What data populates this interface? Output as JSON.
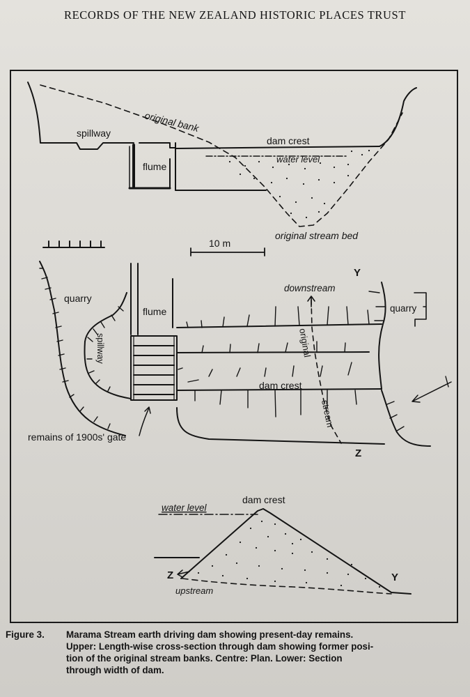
{
  "running_head": "RECORDS OF THE NEW ZEALAND HISTORIC PLACES TRUST",
  "figure": {
    "upper_section": {
      "original_bank": "original bank",
      "spillway": "spillway",
      "dam_crest": "dam crest",
      "water_level": "water level",
      "flume": "flume",
      "original_stream_bed": "original stream bed"
    },
    "plan": {
      "scale_bar": "10 m",
      "marker_y": "Y",
      "downstream": "downstream",
      "quarry_left": "quarry",
      "flume": "flume",
      "quarry_right": "quarry",
      "original": "original",
      "spillway": "spillway",
      "dam_crest": "dam crest",
      "stream": "stream",
      "remains_gate": "remains of 1900s' gate",
      "marker_z": "Z"
    },
    "lower_section": {
      "dam_crest": "dam crest",
      "water_level": "water level",
      "marker_z": "Z",
      "marker_y": "Y",
      "upstream": "upstream"
    }
  },
  "caption": {
    "label": "Figure 3.",
    "lines": [
      "Marama Stream earth driving dam showing present-day remains.",
      "Upper: Length-wise cross-section through dam showing former posi-",
      "tion of the original stream banks. Centre: Plan. Lower: Section",
      "through width of dam."
    ]
  }
}
